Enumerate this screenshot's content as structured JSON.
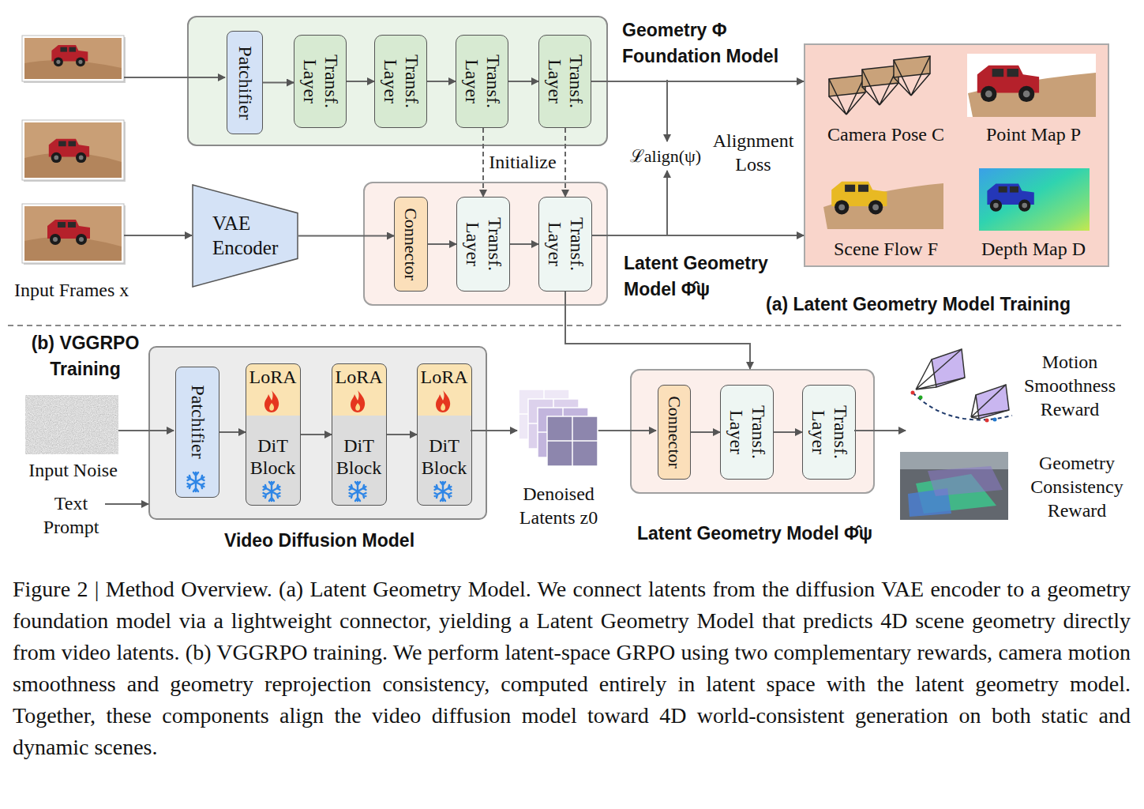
{
  "diagram": {
    "caption": "Figure 2 | Method Overview. (a) Latent Geometry Model. We connect latents from the diffusion VAE encoder to a geometry foundation model via a lightweight connector, yielding a Latent Geometry Model that predicts 4D scene geometry directly from video latents. (b) VGGRPO training. We perform latent-space GRPO using two complementary rewards, camera motion smoothness and geometry reprojection consistency, computed entirely in latent space with the latent geometry model. Together, these components align the video diffusion model toward 4D world-consistent generation on both static and dynamic scenes.",
    "nodes": [
      {
        "text": [
          "Geometry Φ Foundation Model"
        ]
      },
      {
        "text": [
          "Patchifier"
        ],
        "in": 0
      },
      {
        "text": [
          "Transf. Layer"
        ],
        "in": 0
      },
      {
        "text": [
          "Transf. Layer"
        ],
        "in": 0
      },
      {
        "text": [
          "Transf. Layer"
        ],
        "in": 0
      },
      {
        "text": [
          "Transf. Layer"
        ],
        "in": 0
      },
      {
        "text": [
          "Camera Pose C",
          "Point Map P",
          "Scene Flow F",
          "Depth Map D"
        ]
      },
      {
        "text": [
          "VAE Encoder"
        ]
      },
      {
        "text": [
          "Latent Geometry Model Φ̂ψ"
        ]
      },
      {
        "text": [
          "Connector"
        ],
        "in": 8
      },
      {
        "text": [
          "Transf. Layer"
        ],
        "in": 8
      },
      {
        "text": [
          "Transf. Layer"
        ],
        "in": 8
      },
      {
        "text": [
          "Video Diffusion Model"
        ]
      },
      {
        "text": [
          "Patchifier"
        ],
        "in": 12
      },
      {
        "text": [
          "LoRA",
          "DiT Block"
        ],
        "in": 12
      },
      {
        "text": [
          "LoRA",
          "DiT Block"
        ],
        "in": 12
      },
      {
        "text": [
          "LoRA",
          "DiT Block"
        ],
        "in": 12
      },
      {
        "text": [
          "Latent Geometry Model Φ̂ψ"
        ]
      },
      {
        "text": [
          "Connector"
        ],
        "in": 17
      },
      {
        "text": [
          "Transf. Layer"
        ],
        "in": 17
      },
      {
        "text": [
          "Transf. Layer"
        ],
        "in": 17
      }
    ],
    "edges": [
      {
        "from": 1,
        "to": 2,
        "arrow": "to"
      },
      {
        "from": 2,
        "to": 3,
        "arrow": "to"
      },
      {
        "from": 3,
        "to": 4,
        "arrow": "to"
      },
      {
        "from": 4,
        "to": 5,
        "arrow": "to"
      },
      {
        "from": 5,
        "to": 6,
        "arrow": "to"
      },
      {
        "from": 4,
        "to": 10,
        "arrow": "to"
      },
      {
        "from": 5,
        "to": 11,
        "arrow": "to"
      },
      {
        "from": 7,
        "to": 9,
        "arrow": "to"
      },
      {
        "from": 9,
        "to": 10,
        "arrow": "to"
      },
      {
        "from": 10,
        "to": 11,
        "arrow": "to"
      },
      {
        "from": 11,
        "to": 6,
        "arrow": "to"
      },
      {
        "from": 11,
        "to": 17,
        "arrow": "to"
      },
      {
        "from": 13,
        "to": 14,
        "arrow": "to"
      },
      {
        "from": 14,
        "to": 15,
        "arrow": "to"
      },
      {
        "from": 15,
        "to": 16,
        "arrow": "to"
      },
      {
        "from": 18,
        "to": 19,
        "arrow": "to"
      },
      {
        "from": 19,
        "to": 20,
        "arrow": "to"
      }
    ],
    "labels": [
      "Input Frames x",
      "Initialize",
      "ℒalign(ψ)",
      "Alignment Loss",
      "(a) Latent Geometry Model Training",
      "(b) VGGRPO Training",
      "Input Noise",
      "Text Prompt",
      "Denoised Latents z0",
      "Motion Smoothness Reward",
      "Geometry Consistency Reward"
    ]
  }
}
